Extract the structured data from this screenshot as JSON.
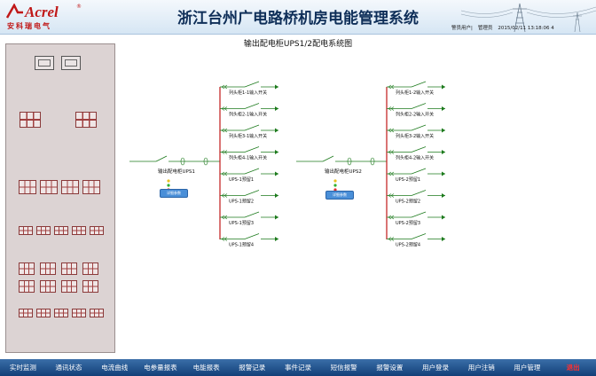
{
  "header": {
    "brand": "Acrel",
    "brand_reg": "®",
    "brand_cn": "安科瑞电气",
    "title": "浙江台州广电路桥机房电能管理系统",
    "user_label": "警员用户|",
    "user_name": "管理员",
    "datetime": "2015/02/11  13:18:06 4"
  },
  "diagram": {
    "title": "输出配电柜UPS1/2配电系统图",
    "left": {
      "source_label": "输出配电柜UPS1",
      "detail_label": "详细参数",
      "branches": [
        "列头柜1-1输入开关",
        "列头柜2-1输入开关",
        "列头柜3-1输入开关",
        "列头柜4-1输入开关",
        "UPS-1预留1",
        "UPS-1预留2",
        "UPS-1预留3",
        "UPS-1预留4"
      ]
    },
    "right": {
      "source_label": "输出配电柜UPS2",
      "detail_label": "详细参数",
      "branches": [
        "列头柜1-2输入开关",
        "列头柜2-2输入开关",
        "列头柜3-2输入开关",
        "列头柜4-2输入开关",
        "UPS-2预留1",
        "UPS-2预留2",
        "UPS-2预留3",
        "UPS-2预留4"
      ]
    }
  },
  "nav": [
    {
      "label": "实时监测"
    },
    {
      "label": "通讯状态"
    },
    {
      "label": "电流曲线"
    },
    {
      "label": "电参量报表"
    },
    {
      "label": "电能报表"
    },
    {
      "label": "报警记录"
    },
    {
      "label": "事件记录"
    },
    {
      "label": "短信报警"
    },
    {
      "label": "报警设置"
    },
    {
      "label": "用户登录"
    },
    {
      "label": "用户注销"
    },
    {
      "label": "用户管理"
    },
    {
      "label": "退出"
    }
  ],
  "colors": {
    "bus": "#c01818",
    "wire": "#1c7a1c",
    "nav_bg": "#1b4a85",
    "title": "#0e2e58",
    "cabinet": "#dcd3d3"
  }
}
